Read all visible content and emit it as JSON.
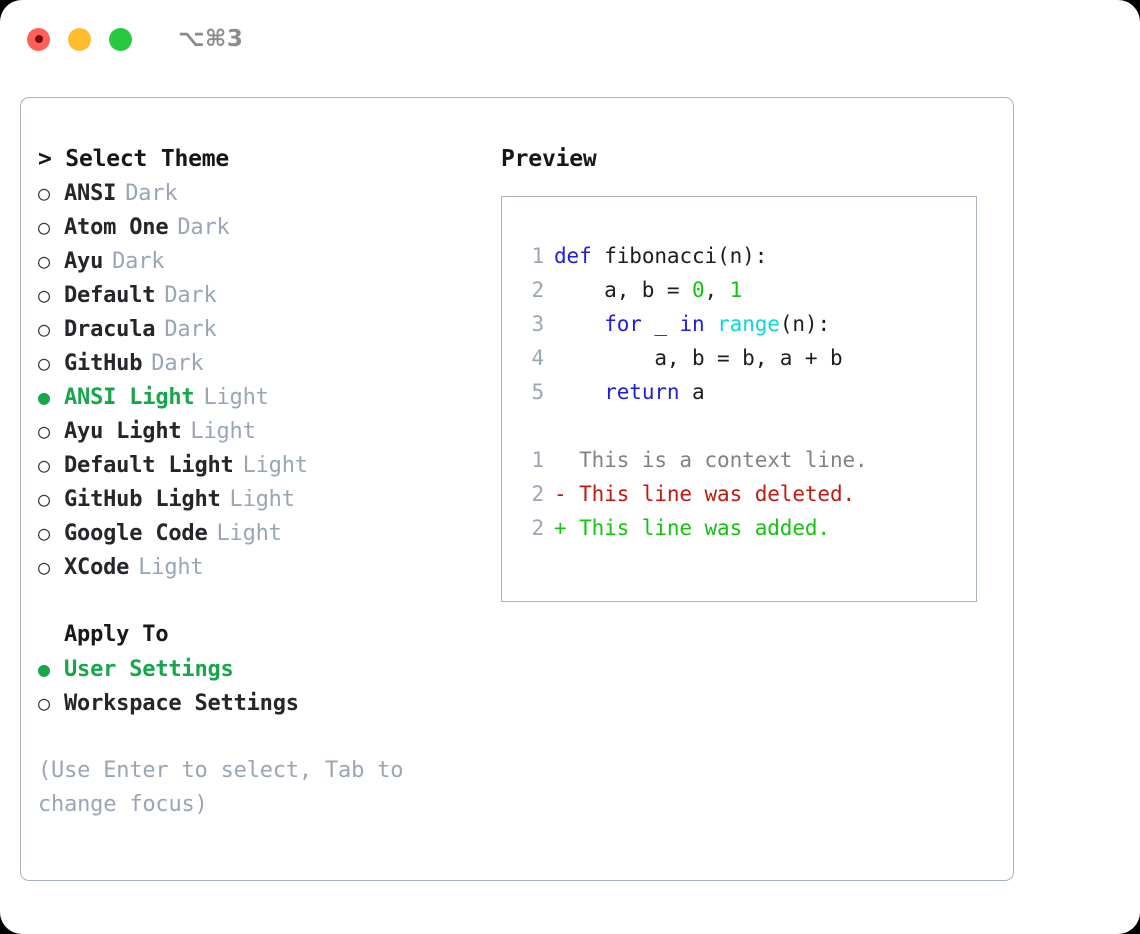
{
  "window": {
    "keybinding": "⌥⌘3",
    "traffic_lights": [
      {
        "name": "close",
        "color": "#ff6159"
      },
      {
        "name": "minimize",
        "color": "#ffbd2e"
      },
      {
        "name": "maximize",
        "color": "#28c840"
      }
    ]
  },
  "colors": {
    "accent_green": "#17a74a",
    "muted_gray": "#9aa5b5",
    "text": "#24262a",
    "border": "#aab3c0",
    "keyword_blue": "#1e1ee0",
    "number_green": "#12c40f",
    "builtin_cyan": "#0fd6d6",
    "diff_delete_red": "#c21a10",
    "diff_add_green": "#14c410",
    "diff_context_gray": "#7f8386"
  },
  "theme_picker": {
    "heading": "> Select Theme",
    "marker_selected": "●",
    "marker_unselected": "○",
    "items": [
      {
        "label": "ANSI",
        "tag": "Dark",
        "selected": false
      },
      {
        "label": "Atom One",
        "tag": "Dark",
        "selected": false
      },
      {
        "label": "Ayu",
        "tag": "Dark",
        "selected": false
      },
      {
        "label": "Default",
        "tag": "Dark",
        "selected": false
      },
      {
        "label": "Dracula",
        "tag": "Dark",
        "selected": false
      },
      {
        "label": "GitHub",
        "tag": "Dark",
        "selected": false
      },
      {
        "label": "ANSI Light",
        "tag": "Light",
        "selected": true
      },
      {
        "label": "Ayu Light",
        "tag": "Light",
        "selected": false
      },
      {
        "label": "Default Light",
        "tag": "Light",
        "selected": false
      },
      {
        "label": "GitHub Light",
        "tag": "Light",
        "selected": false
      },
      {
        "label": "Google Code",
        "tag": "Light",
        "selected": false
      },
      {
        "label": "XCode",
        "tag": "Light",
        "selected": false
      }
    ]
  },
  "apply_to": {
    "title": "Apply To",
    "items": [
      {
        "label": "User Settings",
        "selected": true
      },
      {
        "label": "Workspace Settings",
        "selected": false
      }
    ]
  },
  "hint": "(Use Enter to select, Tab to change focus)",
  "preview": {
    "heading": "Preview",
    "code_lines": [
      {
        "number": "1",
        "tokens": [
          {
            "text": "def ",
            "kind": "kw"
          },
          {
            "text": "fibonacci(n):",
            "kind": "plain"
          }
        ]
      },
      {
        "number": "2",
        "tokens": [
          {
            "text": "    a, b = ",
            "kind": "plain"
          },
          {
            "text": "0",
            "kind": "num"
          },
          {
            "text": ", ",
            "kind": "plain"
          },
          {
            "text": "1",
            "kind": "num"
          }
        ]
      },
      {
        "number": "3",
        "tokens": [
          {
            "text": "    ",
            "kind": "plain"
          },
          {
            "text": "for",
            "kind": "kw"
          },
          {
            "text": " _ ",
            "kind": "plain"
          },
          {
            "text": "in",
            "kind": "kw"
          },
          {
            "text": " ",
            "kind": "plain"
          },
          {
            "text": "range",
            "kind": "fn"
          },
          {
            "text": "(n):",
            "kind": "plain"
          }
        ]
      },
      {
        "number": "4",
        "tokens": [
          {
            "text": "        a, b = b, a + b",
            "kind": "plain"
          }
        ]
      },
      {
        "number": "5",
        "tokens": [
          {
            "text": "    ",
            "kind": "plain"
          },
          {
            "text": "return",
            "kind": "kw"
          },
          {
            "text": " a",
            "kind": "plain"
          }
        ]
      }
    ],
    "diff_lines": [
      {
        "number": "1",
        "text": "  This is a context line.",
        "kind": "context"
      },
      {
        "number": "2",
        "text": "- This line was deleted.",
        "kind": "delete"
      },
      {
        "number": "2",
        "text": "+ This line was added.",
        "kind": "add"
      }
    ]
  }
}
